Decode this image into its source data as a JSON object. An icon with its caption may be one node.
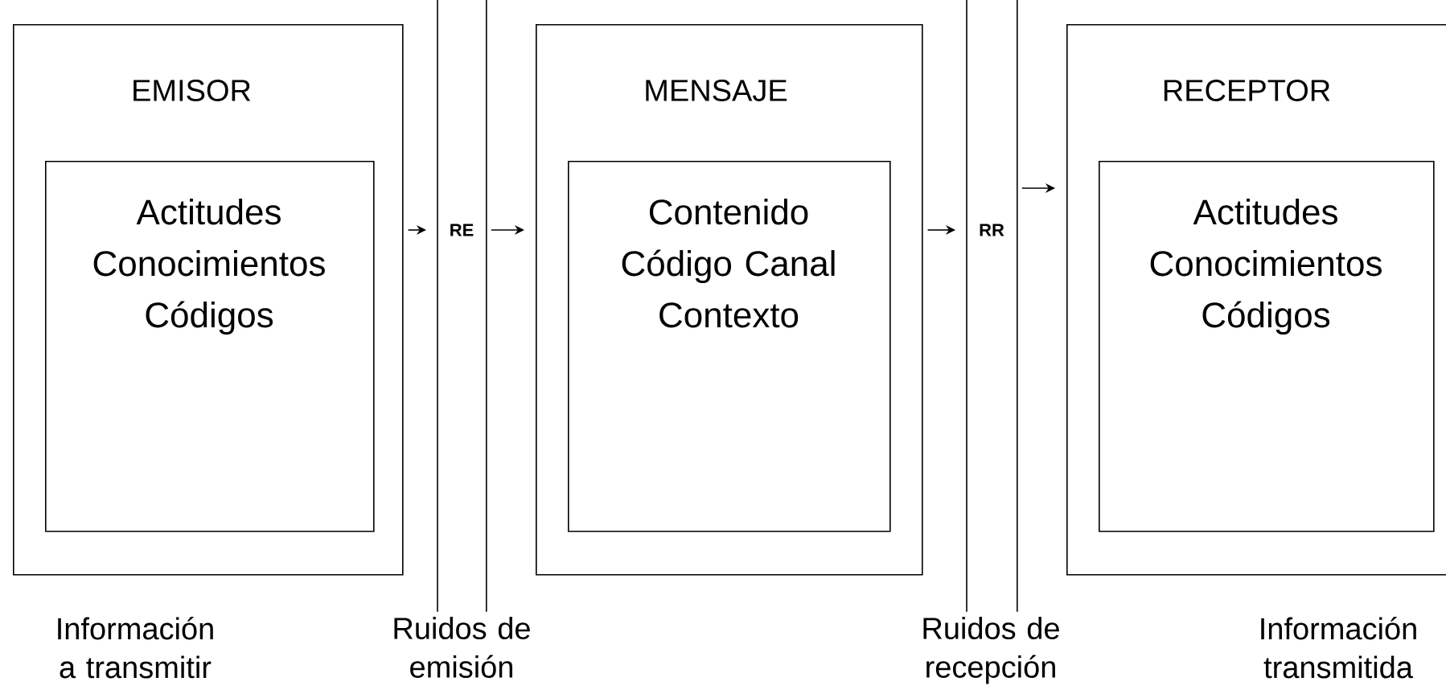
{
  "diagram": {
    "nodes": [
      {
        "text": [
          "EMISOR"
        ],
        "beside": [
          "Información a transmitir"
        ]
      },
      {
        "text": [
          "Actitudes Conocimientos Códigos"
        ],
        "in": 0
      },
      {
        "text": [
          "RE"
        ],
        "beside": [
          "Ruidos de emisión"
        ]
      },
      {
        "text": [
          "MENSAJE"
        ]
      },
      {
        "text": [
          "Contenido Código Canal Contexto"
        ],
        "in": 3
      },
      {
        "text": [
          "RR"
        ],
        "beside": [
          "Ruidos de recepción"
        ]
      },
      {
        "text": [
          "RECEPTOR"
        ],
        "beside": [
          "Información transmitida"
        ]
      },
      {
        "text": [
          "Actitudes Conocimientos Códigos"
        ],
        "in": 6
      }
    ],
    "edges": [
      {
        "from": 0,
        "to": 2,
        "arrow": "to"
      },
      {
        "from": 2,
        "to": 3,
        "arrow": "to"
      },
      {
        "from": 3,
        "to": 5,
        "arrow": "to"
      },
      {
        "from": 5,
        "to": 6,
        "arrow": "to"
      }
    ]
  }
}
